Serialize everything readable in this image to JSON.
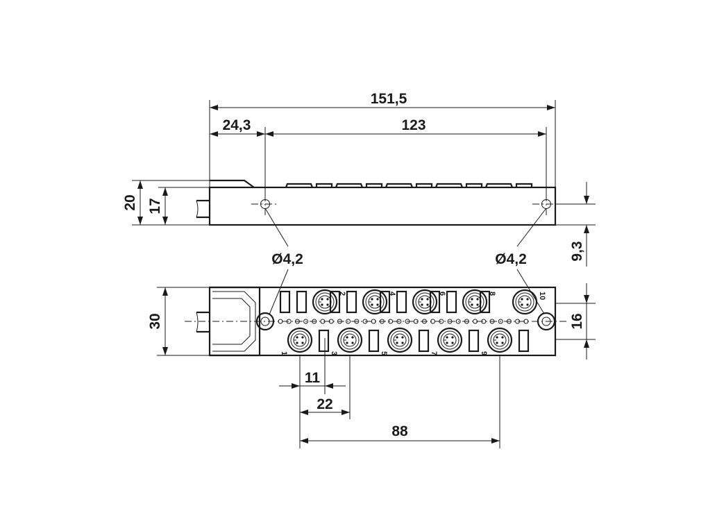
{
  "dimensions": {
    "total_length": "151,5",
    "offset_left": "24,3",
    "hole_spacing": "123",
    "side_height_outer": "20",
    "side_height_inner": "17",
    "hole_height": "9,3",
    "top_width": "30",
    "hole_row_height": "16",
    "pitch_half": "11",
    "pitch_full": "22",
    "span_ports": "88",
    "hole_diameter_left": "Ø4,2",
    "hole_diameter_right": "Ø4,2"
  },
  "ports": {
    "upper": [
      "2",
      "4",
      "6",
      "8",
      "10"
    ],
    "lower": [
      "1",
      "3",
      "5",
      "7",
      "9"
    ]
  }
}
